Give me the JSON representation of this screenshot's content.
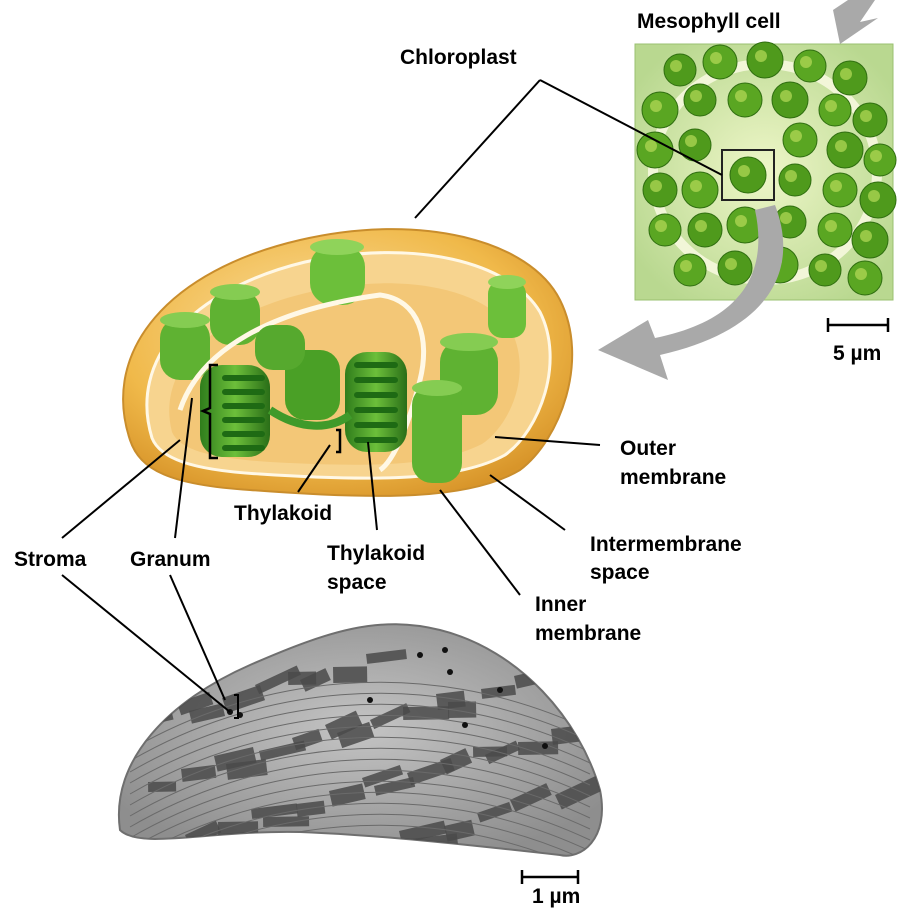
{
  "labels": {
    "mesophyll_cell": "Mesophyll cell",
    "chloroplast": "Chloroplast",
    "scale_5um": "5 µm",
    "outer_membrane_1": "Outer",
    "outer_membrane_2": "membrane",
    "thylakoid": "Thylakoid",
    "intermembrane_1": "Intermembrane",
    "intermembrane_2": "space",
    "stroma": "Stroma",
    "granum": "Granum",
    "thylakoid_space_1": "Thylakoid",
    "thylakoid_space_2": "space",
    "inner_membrane_1": "Inner",
    "inner_membrane_2": "membrane",
    "scale_1um": "1 µm"
  },
  "colors": {
    "envelope": "#f0b94a",
    "stroma": "#f6cf86",
    "granum": "#3f9a2a",
    "granum_dark": "#1e6a14",
    "micrograph_bg": "#d0e8a0",
    "micrograph_chloroplast": "#4f9a1c",
    "em_tissue": "#a8a8a8",
    "em_grana": "#4a4a4a",
    "arrow": "#a9a9a9"
  }
}
